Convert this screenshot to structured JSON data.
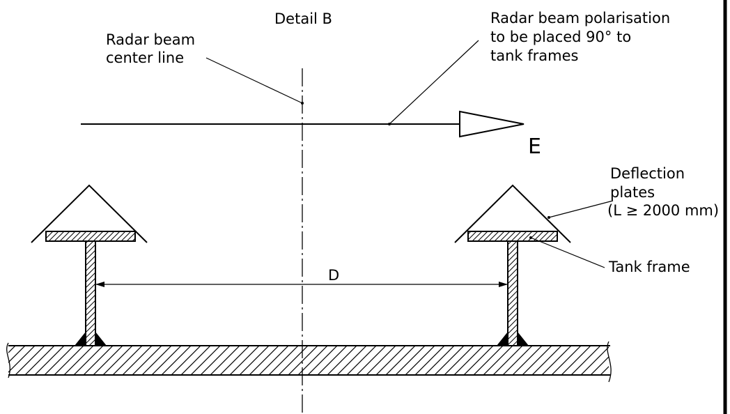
{
  "diagram": {
    "title": "Detail B",
    "labels": {
      "center_line": [
        "Radar beam",
        "center line"
      ],
      "polarisation": [
        "Radar beam polarisation",
        "to be placed 90° to",
        "tank frames"
      ],
      "e_field": "E",
      "deflection": [
        "Deflection",
        "plates",
        "(L ≥ 2000 mm)"
      ],
      "tank_frame": "Tank frame",
      "distance": "D"
    },
    "colors": {
      "line": "#000000",
      "background": "#ffffff"
    }
  }
}
